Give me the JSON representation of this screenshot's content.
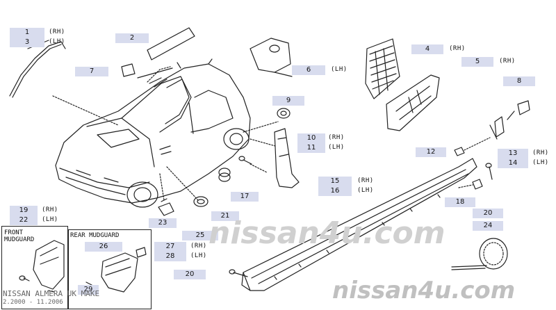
{
  "callouts": {
    "c1": "1",
    "c3": "3",
    "c2": "2",
    "c7": "7",
    "c6": "6",
    "c4": "4",
    "c5": "5",
    "c8": "8",
    "c9": "9",
    "c10": "10",
    "c11": "11",
    "c12": "12",
    "c13": "13",
    "c14": "14",
    "c15": "15",
    "c16": "16",
    "c17": "17",
    "c18": "18",
    "c19": "19",
    "c22": "22",
    "c20a": "20",
    "c20b": "20",
    "c21": "21",
    "c23": "23",
    "c24": "24",
    "c25": "25",
    "c26": "26",
    "c27": "27",
    "c28": "28",
    "c29": "29"
  },
  "sides": {
    "rh": "(RH)",
    "lh": "(LH)"
  },
  "mudguards": {
    "front": "FRONT\nMUDGUARD",
    "rear": "REAR MUDGUARD"
  },
  "watermark": {
    "center": "nissan4u.com",
    "bottom": "nissan4u.com"
  },
  "footer": {
    "model": "NISSAN ALMERA UK MAKE",
    "dates": "2.2000 - 11.2006"
  }
}
